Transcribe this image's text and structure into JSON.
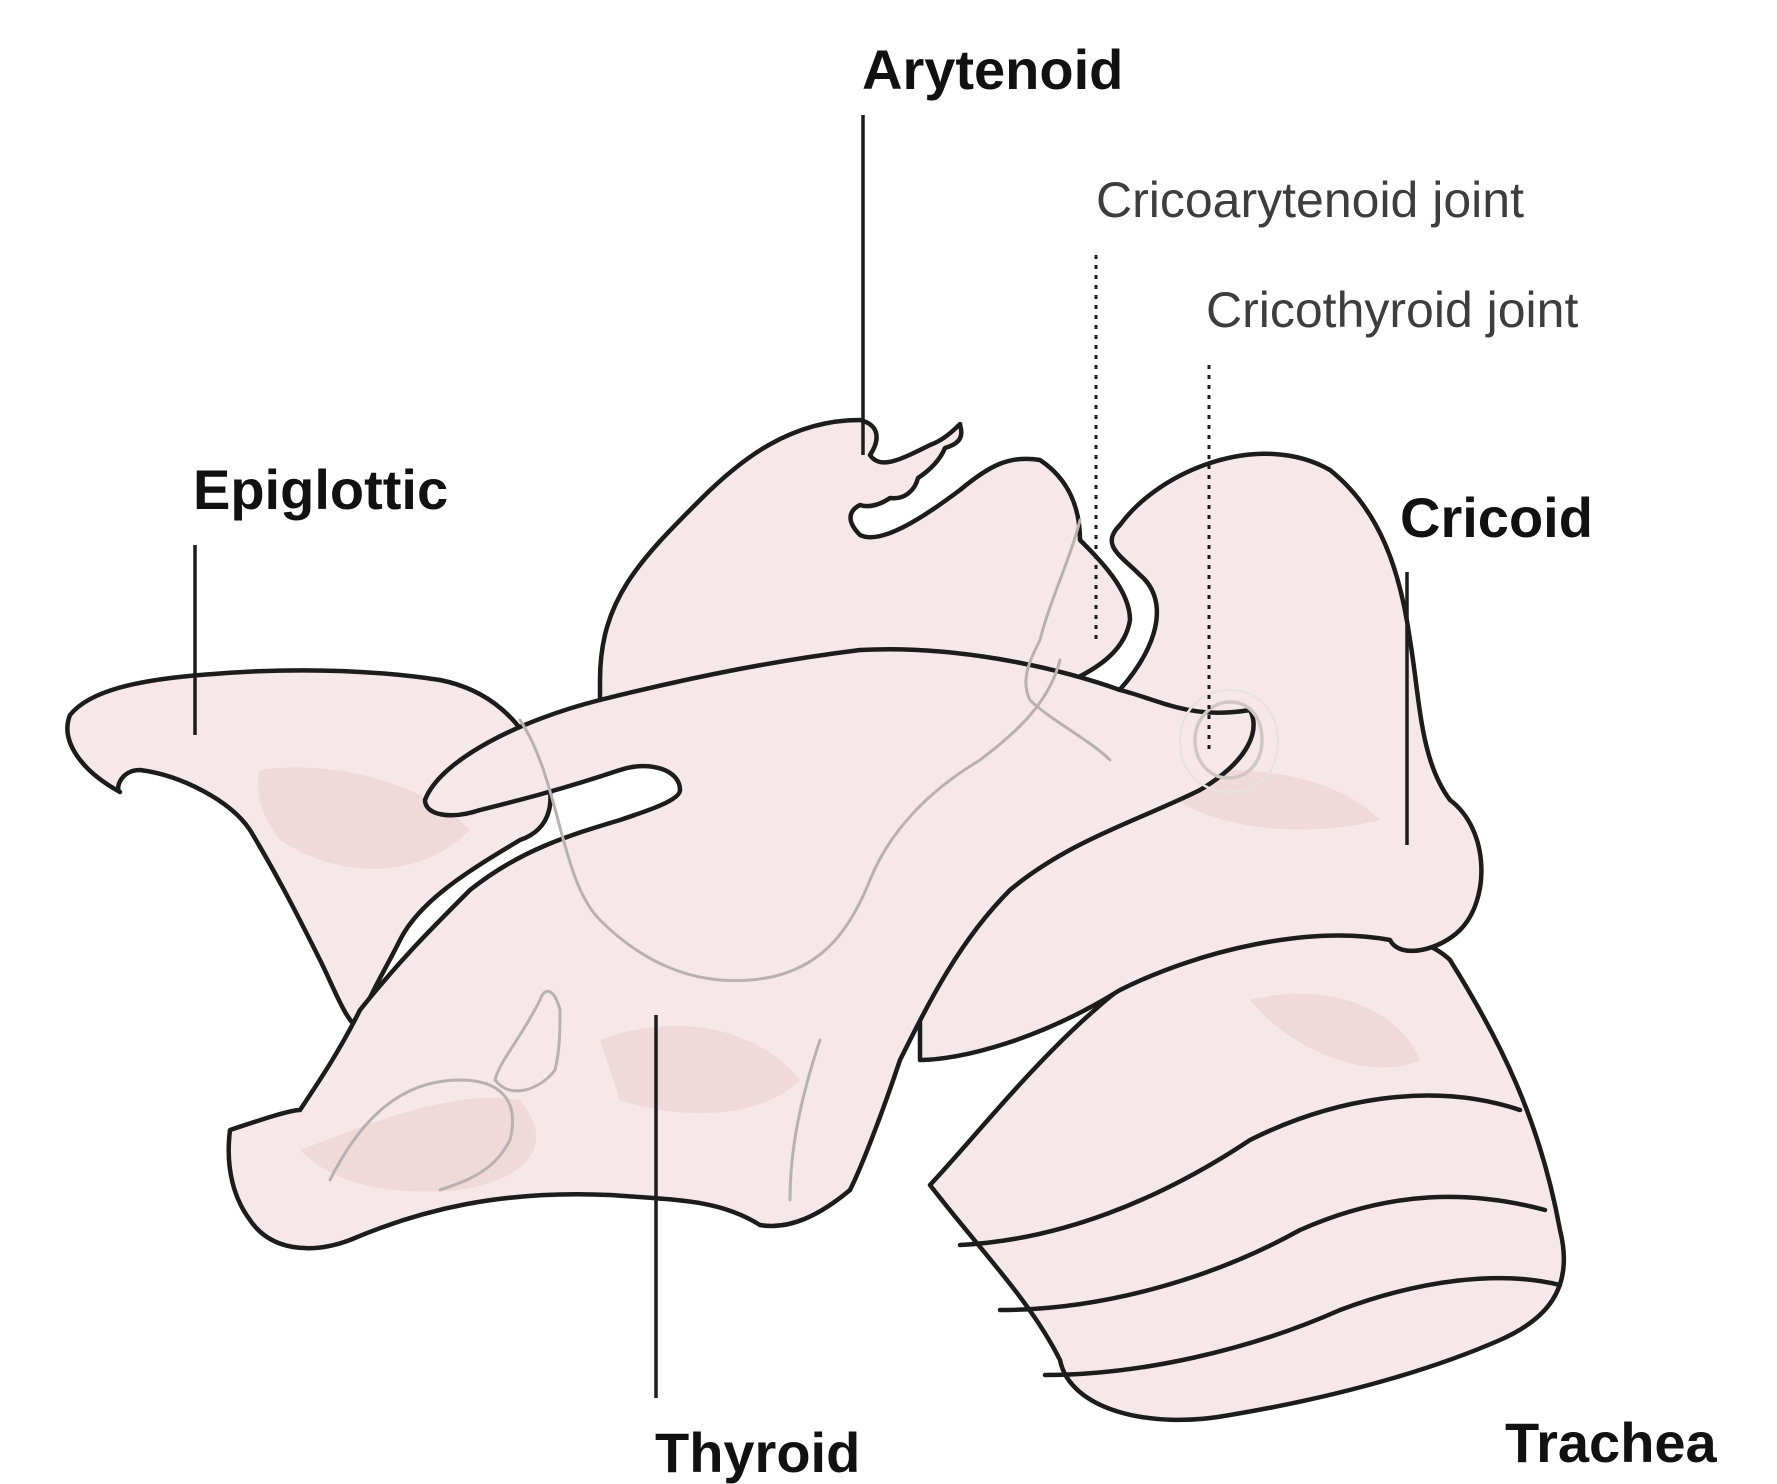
{
  "labels": {
    "arytenoid": "Arytenoid",
    "cricoarytenoid_joint": "Cricoarytenoid joint",
    "cricothyroid_joint": "Cricothyroid joint",
    "epiglottic": "Epiglottic",
    "cricoid": "Cricoid",
    "thyroid": "Thyroid",
    "trachea": "Trachea"
  },
  "colors": {
    "cartilage_fill": "#f6e8e8",
    "cartilage_shade": "#f0d9d9",
    "outline": "#1c1c1c",
    "hidden_edge": "#b9b1b1"
  }
}
